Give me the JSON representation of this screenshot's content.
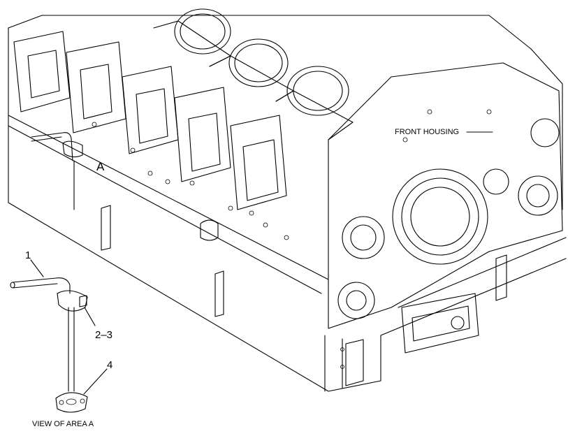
{
  "labels": {
    "front_housing": "FRONT HOUSING",
    "area_marker": "A",
    "view_caption": "VIEW OF AREA  A"
  },
  "callouts": [
    {
      "id": "part-1",
      "text": "1"
    },
    {
      "id": "part-2-3",
      "text": "2–3"
    },
    {
      "id": "part-4",
      "text": "4"
    }
  ]
}
